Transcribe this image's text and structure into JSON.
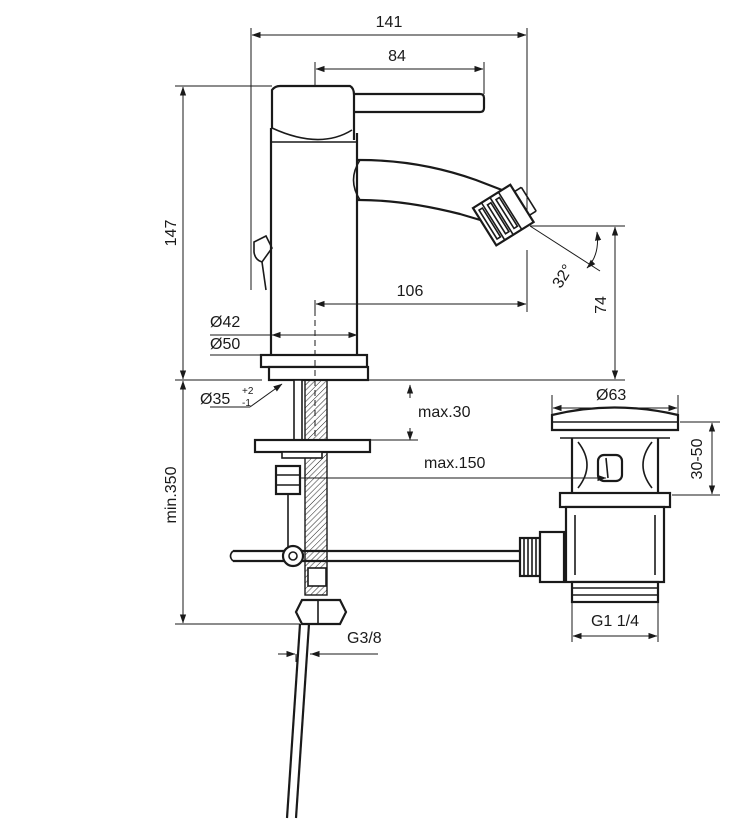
{
  "dimensions": {
    "overall_width": "141",
    "lever_length": "84",
    "height": "147",
    "spout_reach": "106",
    "spout_angle": "32°",
    "spout_height": "74",
    "body_diameter": "Ø42",
    "base_diameter": "Ø50",
    "hole_diameter": "Ø35",
    "hole_tol_plus": "+2",
    "hole_tol_minus": "-1",
    "deck_thickness": "max.30",
    "rod_length": "max.150",
    "supply_length": "min.350",
    "supply_thread": "G3/8",
    "waste_diameter": "Ø63",
    "waste_height": "30-50",
    "waste_thread": "G1 1/4"
  },
  "colors": {
    "line": "#1a1a1a",
    "background": "#ffffff"
  }
}
